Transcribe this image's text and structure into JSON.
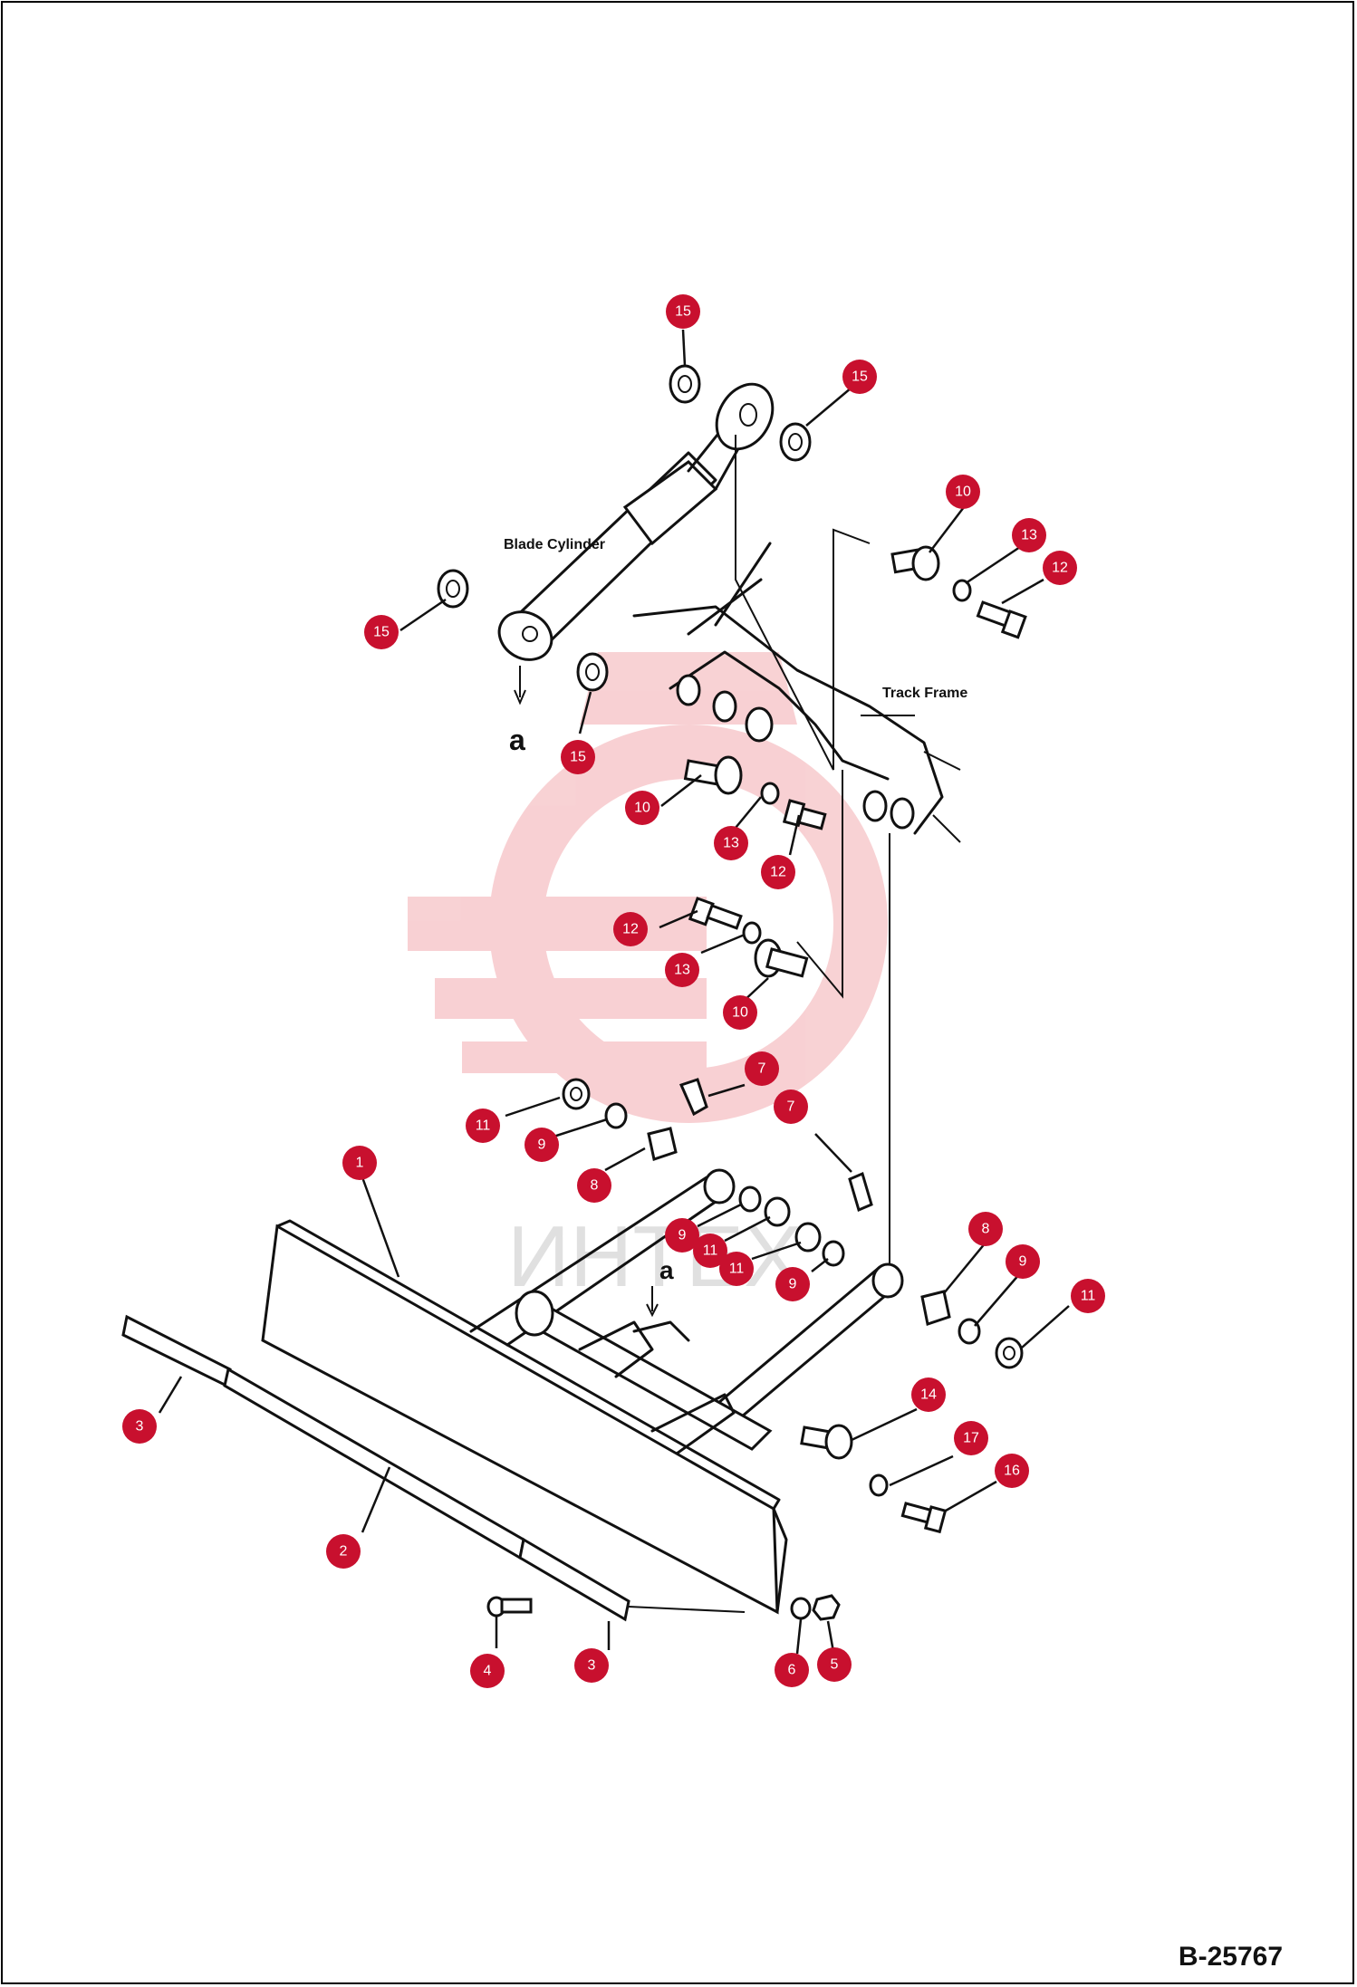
{
  "labels": {
    "blade_cylinder": "Blade Cylinder",
    "track_frame": "Track Frame",
    "ref_a_top": "a",
    "ref_a_bottom": "a"
  },
  "drawing_id": "B-25767",
  "watermark_text": "ИНТЕХ",
  "callout_color": "#c8102e",
  "callouts": [
    {
      "n": "15"
    },
    {
      "n": "15"
    },
    {
      "n": "15"
    },
    {
      "n": "15"
    },
    {
      "n": "10"
    },
    {
      "n": "13"
    },
    {
      "n": "12"
    },
    {
      "n": "10"
    },
    {
      "n": "13"
    },
    {
      "n": "12"
    },
    {
      "n": "12"
    },
    {
      "n": "13"
    },
    {
      "n": "10"
    },
    {
      "n": "7"
    },
    {
      "n": "7"
    },
    {
      "n": "11"
    },
    {
      "n": "9"
    },
    {
      "n": "8"
    },
    {
      "n": "1"
    },
    {
      "n": "9"
    },
    {
      "n": "11"
    },
    {
      "n": "11"
    },
    {
      "n": "9"
    },
    {
      "n": "8"
    },
    {
      "n": "9"
    },
    {
      "n": "11"
    },
    {
      "n": "3"
    },
    {
      "n": "14"
    },
    {
      "n": "17"
    },
    {
      "n": "16"
    },
    {
      "n": "2"
    },
    {
      "n": "4"
    },
    {
      "n": "3"
    },
    {
      "n": "6"
    },
    {
      "n": "5"
    }
  ]
}
